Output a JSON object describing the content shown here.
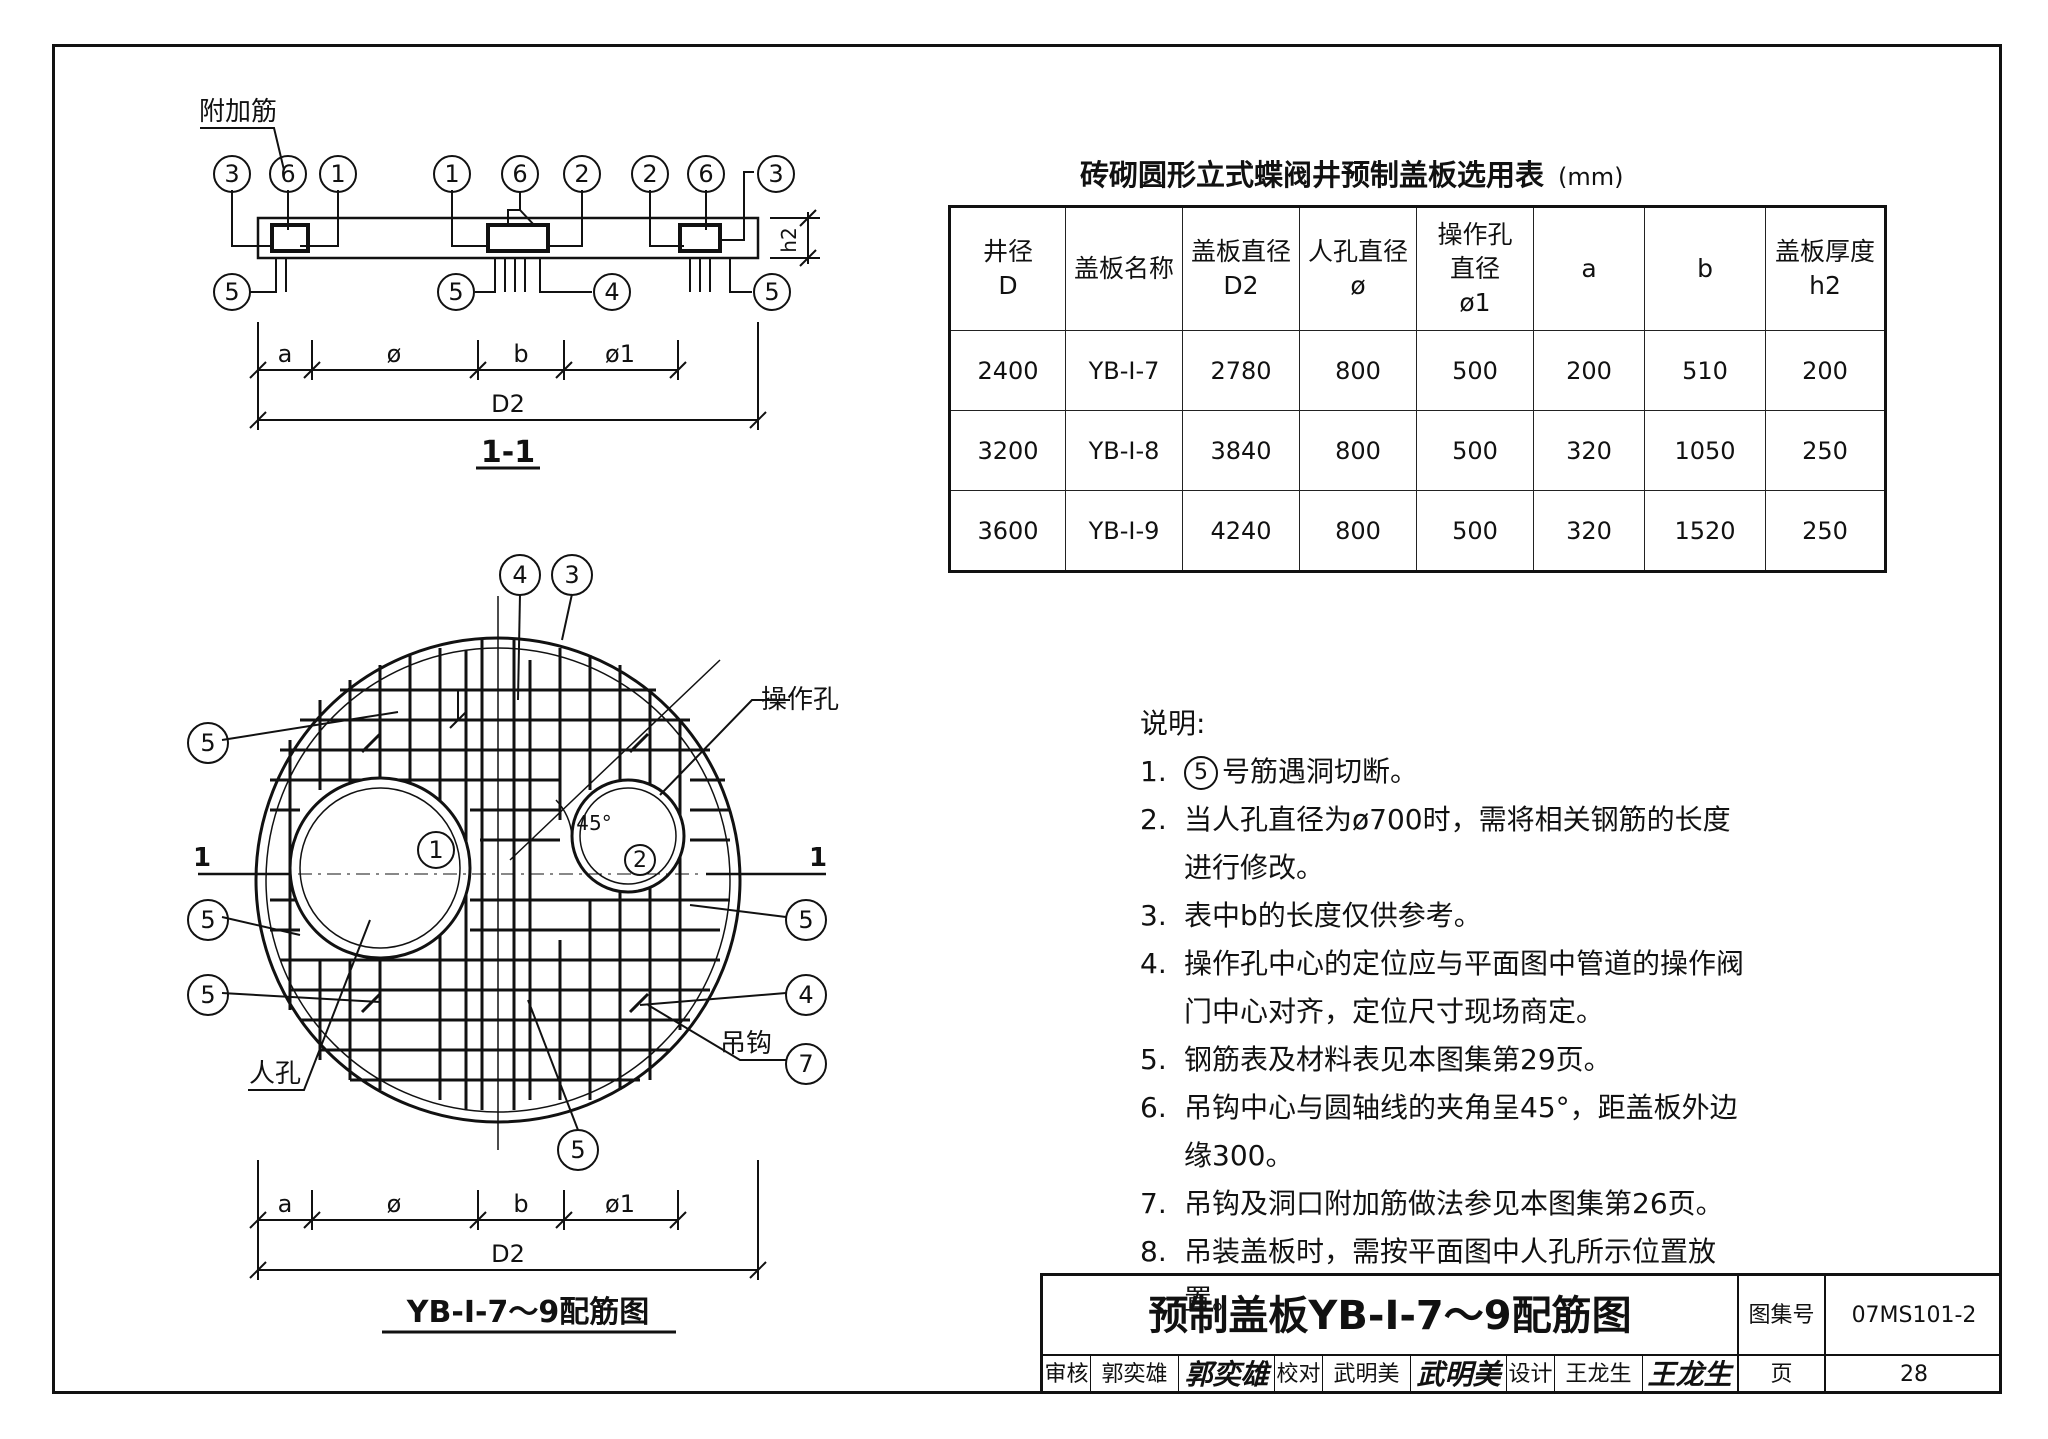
{
  "section": {
    "fujiajin": "附加筋",
    "h2": "h2",
    "dims": [
      "a",
      "ø",
      "b",
      "ø1"
    ],
    "total": "D2",
    "caption": "1-1",
    "callouts": [
      "3",
      "6",
      "1",
      "1",
      "6",
      "2",
      "2",
      "6",
      "3",
      "5",
      "5",
      "4",
      "5"
    ]
  },
  "plan": {
    "callouts_top": [
      "4",
      "3"
    ],
    "caozuokong": "操作孔",
    "renkong": "人孔",
    "diaogou": "吊钩",
    "angle": "45°",
    "cut_mark": "1",
    "hole_left": "1",
    "hole_right": "2",
    "left_callouts": [
      "5",
      "5",
      "5"
    ],
    "right_callouts": [
      "5",
      "4",
      "7"
    ],
    "bottom_callout": "5",
    "dims": [
      "a",
      "ø",
      "b",
      "ø1"
    ],
    "total": "D2",
    "caption": "YB-Ⅰ-7～9配筋图"
  },
  "table": {
    "title": "砖砌圆形立式蝶阀井预制盖板选用表",
    "unit": "(mm)",
    "headers": [
      [
        "井径",
        "D"
      ],
      [
        "盖板名称"
      ],
      [
        "盖板直径",
        "D2"
      ],
      [
        "人孔直径",
        "ø"
      ],
      [
        "操作孔",
        "直径",
        "ø1"
      ],
      [
        "a"
      ],
      [
        "b"
      ],
      [
        "盖板厚度",
        "h2"
      ]
    ],
    "rows": [
      [
        "2400",
        "YB-Ⅰ-7",
        "2780",
        "800",
        "500",
        "200",
        "510",
        "200"
      ],
      [
        "3200",
        "YB-Ⅰ-8",
        "3840",
        "800",
        "500",
        "320",
        "1050",
        "250"
      ],
      [
        "3600",
        "YB-Ⅰ-9",
        "4240",
        "800",
        "500",
        "320",
        "1520",
        "250"
      ]
    ]
  },
  "notes": {
    "title": "说明:",
    "item1_circle": "5",
    "item1_text": "号筋遇洞切断。",
    "items": [
      {
        "n": "2.",
        "t": "当人孔直径为ø700时，需将相关钢筋的长度进行修改。"
      },
      {
        "n": "3.",
        "t": "表中b的长度仅供参考。"
      },
      {
        "n": "4.",
        "t": "操作孔中心的定位应与平面图中管道的操作阀门中心对齐，定位尺寸现场商定。"
      },
      {
        "n": "5.",
        "t": "钢筋表及材料表见本图集第29页。"
      },
      {
        "n": "6.",
        "t": "吊钩中心与圆轴线的夹角呈45°，距盖板外边缘300。"
      },
      {
        "n": "7.",
        "t": "吊钩及洞口附加筋做法参见本图集第26页。"
      },
      {
        "n": "8.",
        "t": "吊装盖板时，需按平面图中人孔所示位置放置。"
      }
    ]
  },
  "titleblock": {
    "title": "预制盖板YB-Ⅰ-7～9配筋图",
    "atlas_label": "图集号",
    "atlas_value": "07MS101-2",
    "page_label": "页",
    "page_value": "28",
    "review_label": "审核",
    "review_name": "郭奕雄",
    "review_sig": "郭奕雄",
    "check_label": "校对",
    "check_name": "武明美",
    "check_sig": "武明美",
    "design_label": "设计",
    "design_name": "王龙生",
    "design_sig": "王龙生"
  }
}
